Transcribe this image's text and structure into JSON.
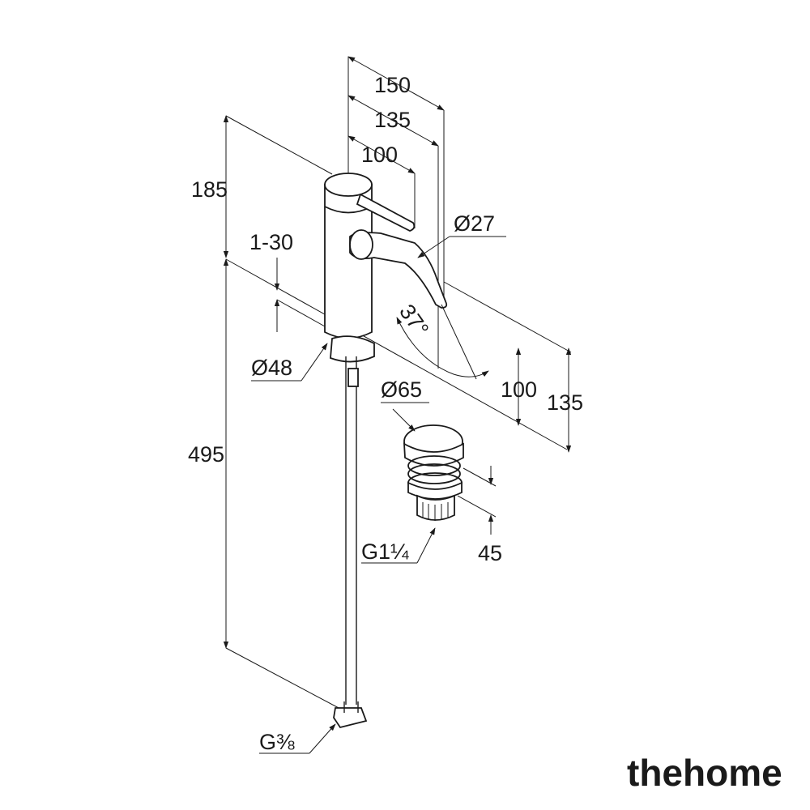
{
  "dimensions": {
    "d150": "150",
    "d135_top": "135",
    "d100_top": "100",
    "d185": "185",
    "d27": "Ø27",
    "d1_30": "1-30",
    "d37": "37°",
    "d48": "Ø48",
    "d65": "Ø65",
    "d100_right": "100",
    "d135_right": "135",
    "d495": "495",
    "d45": "45",
    "g114": "G1¼",
    "g38": "G⅜"
  },
  "watermark": "thehome"
}
